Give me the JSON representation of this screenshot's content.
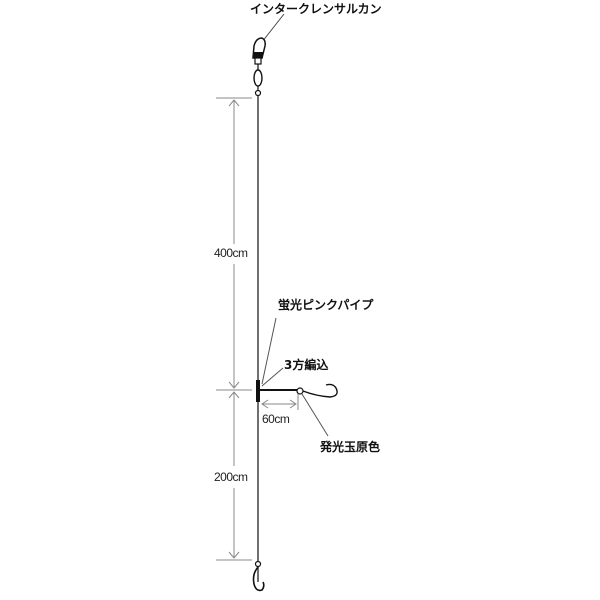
{
  "diagram": {
    "labels": {
      "swivel": "インタークレンサルカン",
      "pipe": "蛍光ピンクパイプ",
      "knot": "3方編込",
      "bead": "発光玉原色"
    },
    "dimensions": {
      "upper": "400cm",
      "lower": "200cm",
      "branch": "60cm"
    },
    "colors": {
      "line": "#222222",
      "dimension": "#888888",
      "background": "#ffffff"
    }
  }
}
